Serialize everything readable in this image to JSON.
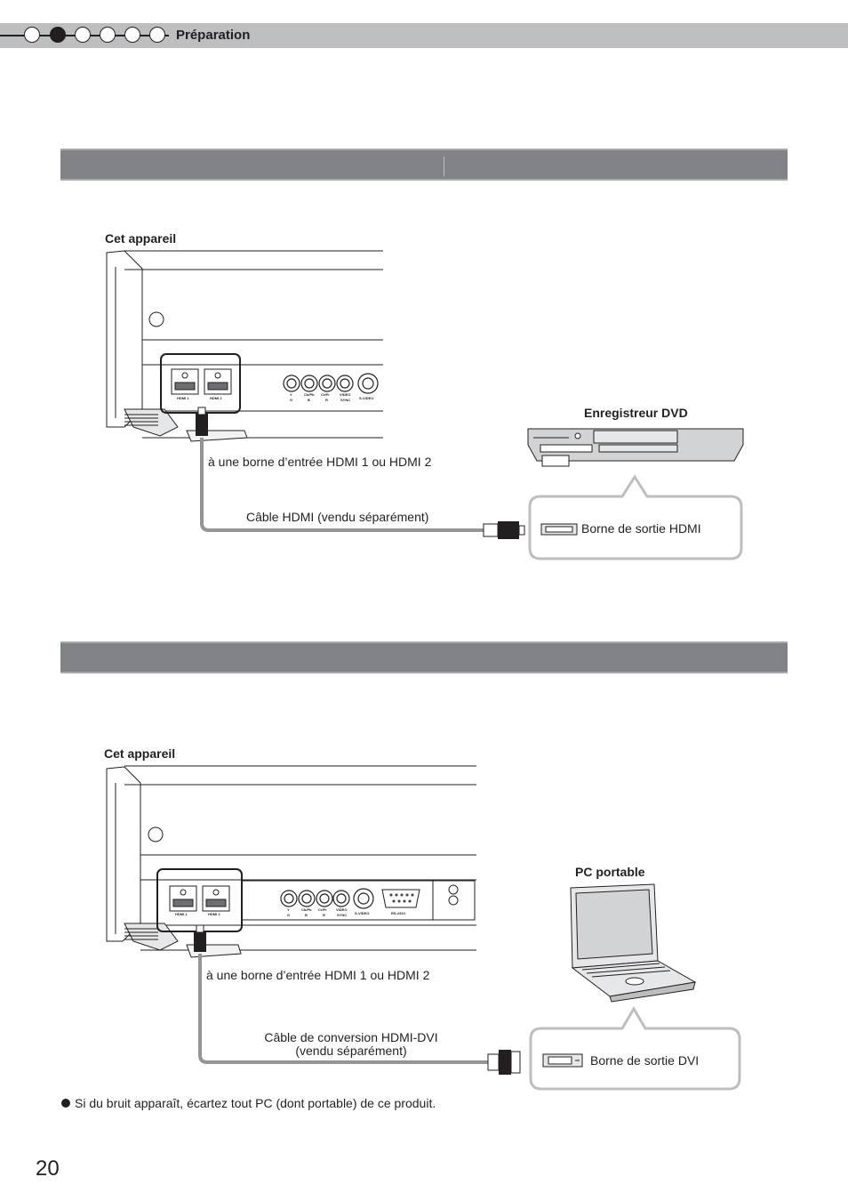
{
  "header": {
    "section": "Préparation",
    "progress_dots": 6,
    "active_dot": 2
  },
  "diagram1": {
    "device_label": "Cet appareil",
    "source_label": "Enregistreur DVD",
    "input_label": "à une borne d’entrée HDMI 1 ou HDMI 2",
    "cable_label": "Câble HDMI (vendu séparément)",
    "output_label": "Borne de sortie HDMI",
    "jack_labels": [
      "HDMI 1",
      "HDMI 2",
      "Y",
      "Cb/Pb",
      "Cr/Pr",
      "VIDEO",
      "S-VIDEO",
      "G",
      "B",
      "R",
      "SYNC"
    ]
  },
  "diagram2": {
    "device_label": "Cet appareil",
    "source_label": "PC portable",
    "input_label": "à une borne d’entrée HDMI 1 ou HDMI 2",
    "cable_label_line1": "Câble de conversion HDMI-DVI",
    "cable_label_line2": "(vendu séparément)",
    "output_label": "Borne de sortie DVI",
    "jack_labels": [
      "HDMI 1",
      "HDMI 2",
      "Y",
      "Cb/Pb",
      "Cr/Pr",
      "VIDEO",
      "S-VIDEO",
      "RS-232C",
      "G",
      "B",
      "R",
      "SYNC"
    ]
  },
  "note": "Si du bruit apparaît, écartez tout PC (dont portable) de ce produit.",
  "page_number": "20",
  "colors": {
    "band": "#808285",
    "header": "#bcbec0",
    "cable": "#939598",
    "ink": "#231f20"
  }
}
